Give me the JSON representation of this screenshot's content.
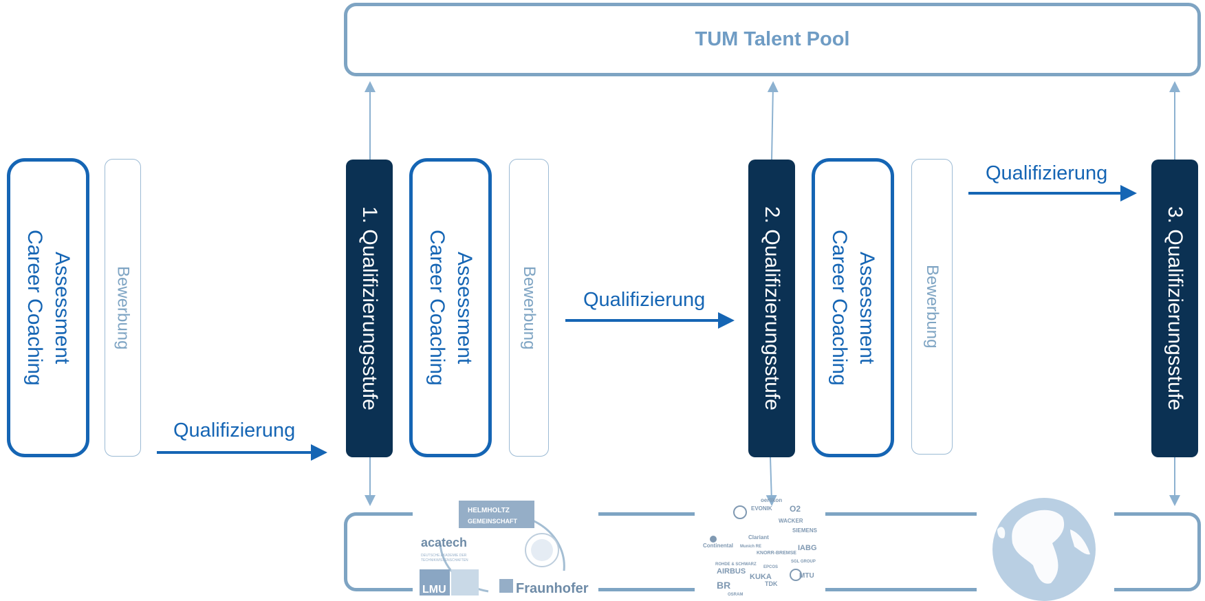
{
  "talent_pool": {
    "label": "TUM Talent Pool"
  },
  "assessment_label_line1": "Assessment",
  "assessment_label_line2": "Career Coaching",
  "bewerbung_label": "Bewerbung",
  "stufen": [
    {
      "label": "1. Qualifizierungsstufe"
    },
    {
      "label": "2. Qualifizierungsstufe"
    },
    {
      "label": "3. Qualifizierungsstufe"
    }
  ],
  "qualifizierung_label": "Qualifizierung",
  "logos": {
    "research": [
      "HELMHOLTZ",
      "GEMEINSCHAFT",
      "acatech",
      "DEUTSCHE AKADEMIE DER",
      "TECHNIKWISSENSCHAFTEN",
      "LMU",
      "Fraunhofer"
    ],
    "industry": [
      "oerlikon",
      "EVONIK",
      "O2",
      "WACKER",
      "SIEMENS",
      "Clariant",
      "Continental",
      "Munich RE",
      "KNORR-BREMSE",
      "IABG",
      "ROHDE & SCHWARZ",
      "SGL GROUP",
      "AIRBUS",
      "EPCOS",
      "KUKA",
      "TDK",
      "MTU",
      "BR",
      "OSRAM"
    ]
  },
  "colors": {
    "primary_blue": "#1565b4",
    "dark_navy": "#0b3153",
    "light_blue": "#7ea4c3",
    "globe": "#b9cfe3"
  },
  "icons": [
    "globe-icon"
  ]
}
